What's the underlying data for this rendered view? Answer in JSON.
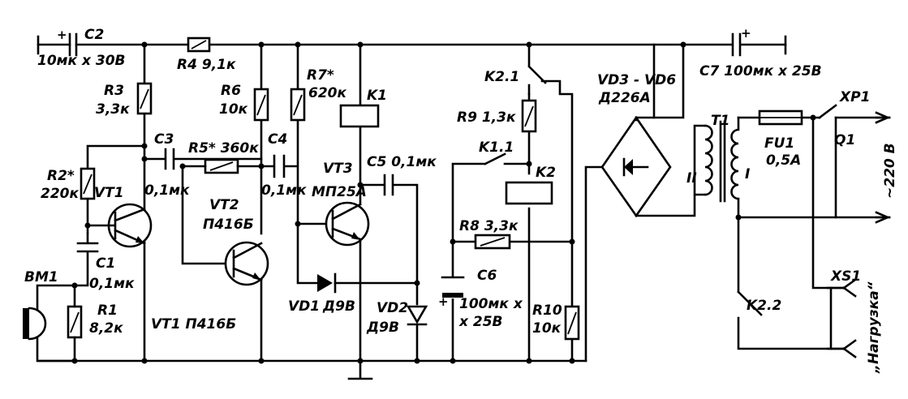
{
  "schematic": {
    "labels": {
      "c2": "C2",
      "c2_val": "10мк х 30В",
      "r4": "R4 9,1к",
      "c7": "C7 100мк х 25В",
      "r3": "R3",
      "r3_val": "3,3к",
      "r6": "R6",
      "r6_val": "10к",
      "r7": "R7*",
      "r7_val": "620к",
      "k1": "K1",
      "k21": "K2.1",
      "vd36": "VD3 - VD6",
      "d226": "Д226А",
      "xp1": "XP1",
      "c3": "C3",
      "c3_val": "0,1мк",
      "r5": "R5* 360к",
      "c4": "C4",
      "c4_val": "0,1мк",
      "vt3": "VT3",
      "mp25": "МП25А",
      "c5": "C5 0,1мк",
      "r9": "R9 1,3к",
      "k11": "K1.1",
      "k2": "K2",
      "t1": "T1",
      "fu1": "FU1",
      "fu1_val": "0,5А",
      "q1": "Q1",
      "mains": "~220 В",
      "r2": "R2*",
      "r2_val": "220к",
      "vt1": "VT1",
      "vt2": "VT2",
      "p416": "П416Б",
      "winding2": "II",
      "winding1": "I",
      "r8": "R8 3,3к",
      "c6": "C6",
      "c6_val1": "100мк х",
      "c6_val2": "х 25В",
      "c1": "C1",
      "c1_val": "0,1мк",
      "bm1": "BM1",
      "r1": "R1",
      "r1_val": "8,2к",
      "vt1_type": "VT1  П416Б",
      "vd1": "VD1",
      "vd1_type": "Д9В",
      "vd2": "VD2",
      "vd2_type": "Д9В",
      "r10": "R10",
      "r10_val": "10к",
      "xs1": "XS1",
      "k22": "K2.2",
      "load": "„Нагрузка“",
      "polarity_plus": "+"
    }
  }
}
